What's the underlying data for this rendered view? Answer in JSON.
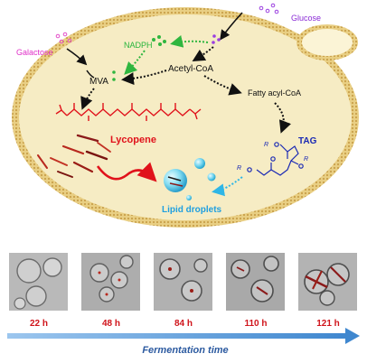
{
  "labels": {
    "glucose": "Glucose",
    "galactose": "Galactose",
    "nadph": "NADPH",
    "acetyl_coa": "Acetyl-CoA",
    "mva": "MVA",
    "fatty_acyl_coa": "Fatty acyl-CoA",
    "lycopene": "Lycopene",
    "tag": "TAG",
    "lipid_droplets": "Lipid droplets",
    "r": "R"
  },
  "timepoints": [
    "22 h",
    "48 h",
    "84 h",
    "110 h",
    "121 h"
  ],
  "axis_label": "Fermentation time",
  "colors": {
    "cell_fill": "#f3e8b9",
    "cell_membrane": "#d9b65a",
    "bud_fill": "#fbf4d6",
    "glucose_text": "#8a2bd6",
    "galactose_text": "#e02fc8",
    "nadph_text": "#27b43a",
    "lycopene_text": "#e0121b",
    "tag_text": "#1b2ab4",
    "lipid_text": "#1f9fe0",
    "time_text": "#d0141b",
    "axis_arrow": "#4f93d4",
    "axis_text": "#2c5aa0"
  },
  "icons": [
    "glucose-dots-icon",
    "galactose-dots-icon",
    "nadph-dots-icon",
    "lycopene-molecule-icon",
    "tag-molecule-icon",
    "lipid-droplet-icon",
    "lycopene-crystal-icon"
  ]
}
